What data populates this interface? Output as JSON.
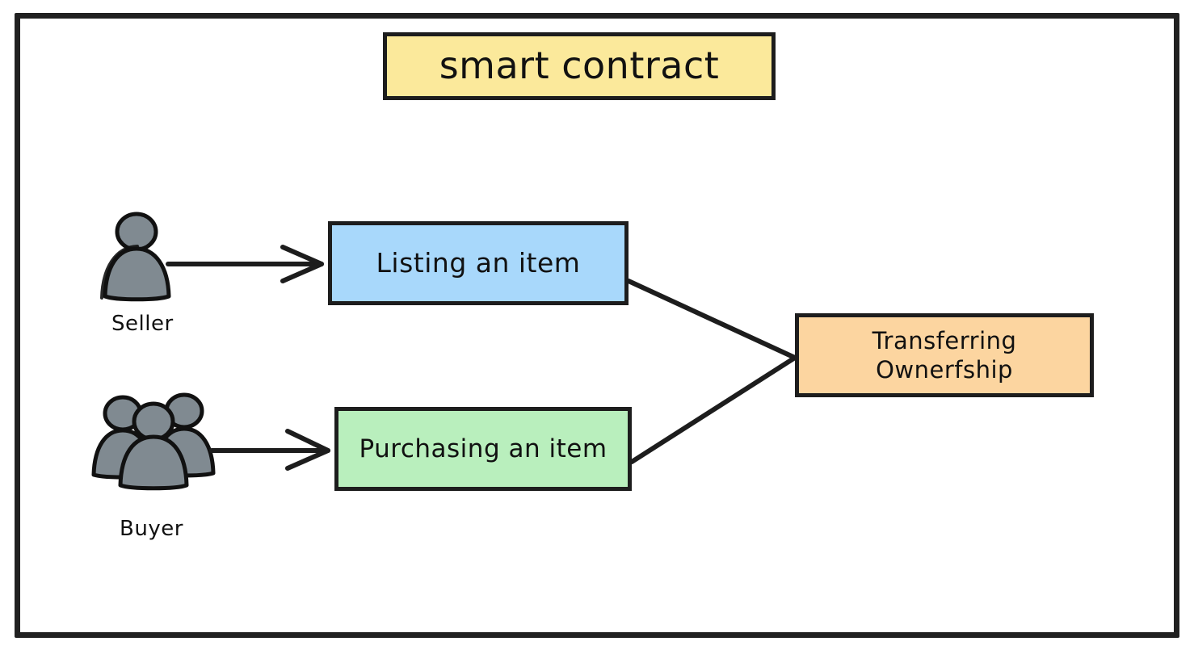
{
  "diagram": {
    "title_box": {
      "label": "smart contract",
      "fill": "#FBE99B",
      "stroke": "#1d1d1d"
    },
    "nodes": [
      {
        "id": "listing",
        "label": "Listing an item",
        "fill": "#A8D8FB",
        "stroke": "#1d1d1d"
      },
      {
        "id": "purchasing",
        "label": "Purchasing an item",
        "fill": "#B9EFBD",
        "stroke": "#1d1d1d"
      },
      {
        "id": "transfer",
        "label_line1": "Transferring",
        "label_line2": "Ownerfship",
        "fill": "#FCD5A0",
        "stroke": "#1d1d1d"
      }
    ],
    "actors": [
      {
        "id": "seller",
        "label": "Seller",
        "icon": "single-person-icon",
        "fill": "#808A91",
        "stroke": "#111111"
      },
      {
        "id": "buyer",
        "label": "Buyer",
        "icon": "group-of-people-icon",
        "fill": "#808A91",
        "stroke": "#111111"
      }
    ],
    "connectors": [
      {
        "id": "seller-to-listing",
        "from": "seller",
        "to": "listing",
        "arrowhead": "open-v"
      },
      {
        "id": "buyer-to-purchasing",
        "from": "buyer",
        "to": "purchasing",
        "arrowhead": "open-v"
      },
      {
        "id": "listing-to-transfer",
        "from": "listing",
        "to": "transfer",
        "arrowhead": "none"
      },
      {
        "id": "purchasing-to-transfer",
        "from": "purchasing",
        "to": "transfer",
        "arrowhead": "none"
      }
    ],
    "frame": {
      "stroke": "#212121",
      "background": "#ffffff"
    }
  }
}
